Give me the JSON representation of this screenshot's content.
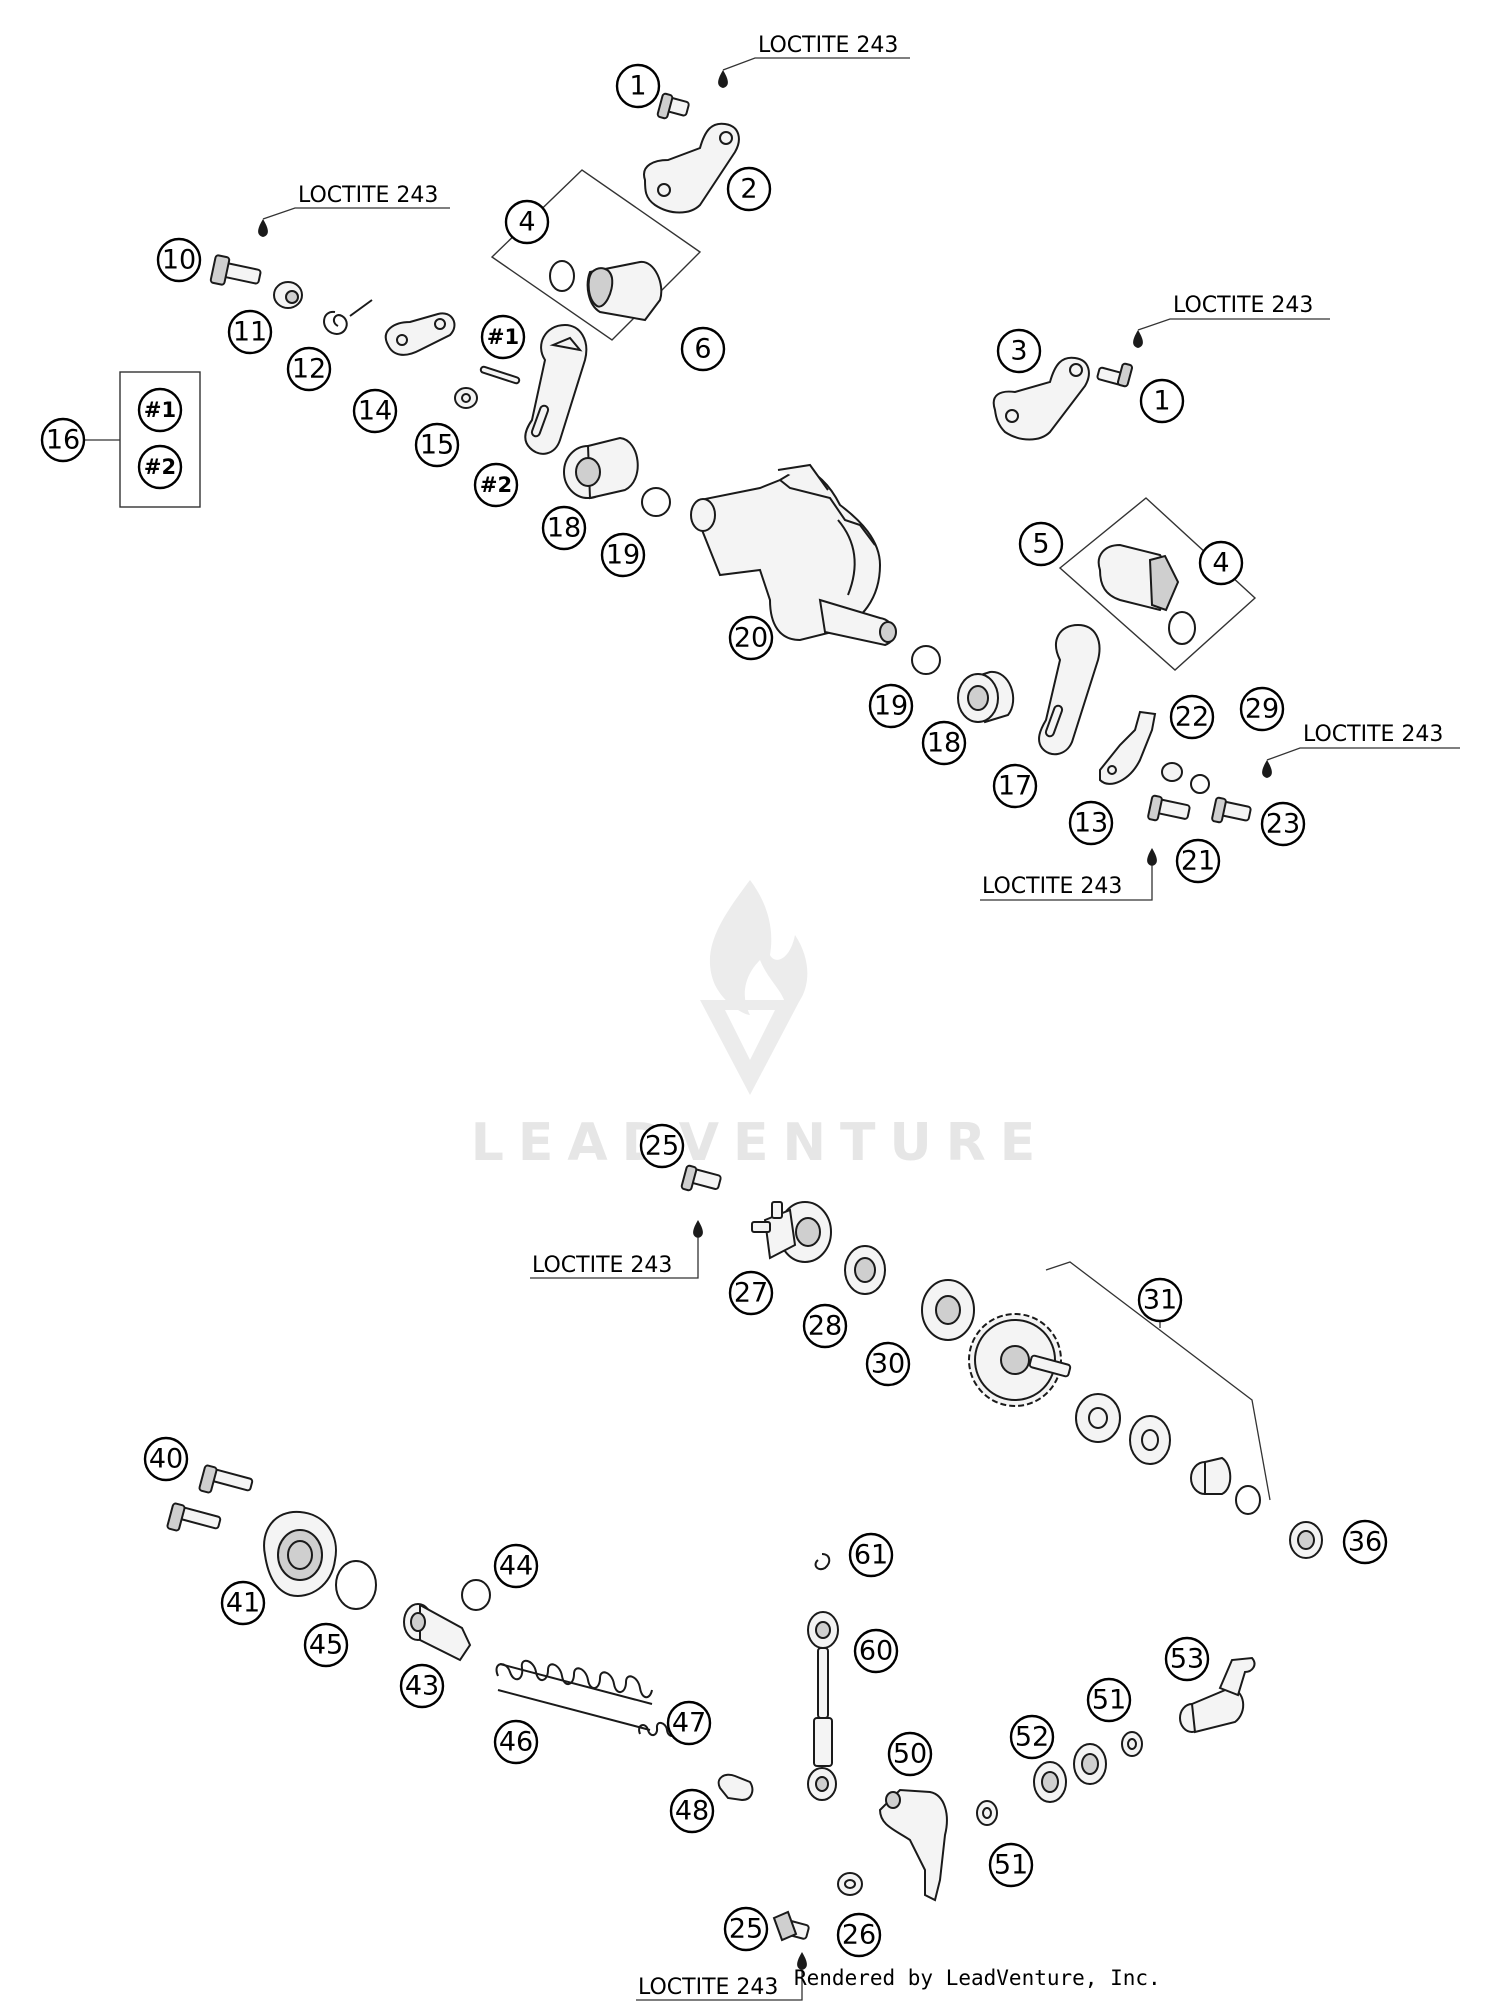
{
  "watermark": {
    "text": "LEADVENTURE"
  },
  "credit": "Rendered by LeadVenture, Inc.",
  "notes": {
    "loctite": "LOCTITE 243"
  },
  "callouts": {
    "c1a": "1",
    "c2": "2",
    "c4a": "4",
    "c6": "6",
    "c10": "10",
    "c11": "11",
    "c12": "12",
    "c14": "14",
    "c15": "15",
    "h1a": "#1",
    "h2a": "#2",
    "c16": "16",
    "h1b": "#1",
    "h2b": "#2",
    "c18a": "18",
    "c19a": "19",
    "c20": "20",
    "c3": "3",
    "c1b": "1",
    "c5": "5",
    "c4b": "4",
    "c19b": "19",
    "c18b": "18",
    "c17": "17",
    "c13": "13",
    "c22": "22",
    "c29": "29",
    "c21": "21",
    "c23": "23",
    "c25a": "25",
    "c27": "27",
    "c28": "28",
    "c30": "30",
    "c31": "31",
    "c36": "36",
    "c40": "40",
    "c41": "41",
    "c45": "45",
    "c44": "44",
    "c43": "43",
    "c46": "46",
    "c47": "47",
    "c48": "48",
    "c61": "61",
    "c60": "60",
    "c50": "50",
    "c53": "53",
    "c51a": "51",
    "c52": "52",
    "c51b": "51",
    "c25b": "25",
    "c26": "26"
  }
}
